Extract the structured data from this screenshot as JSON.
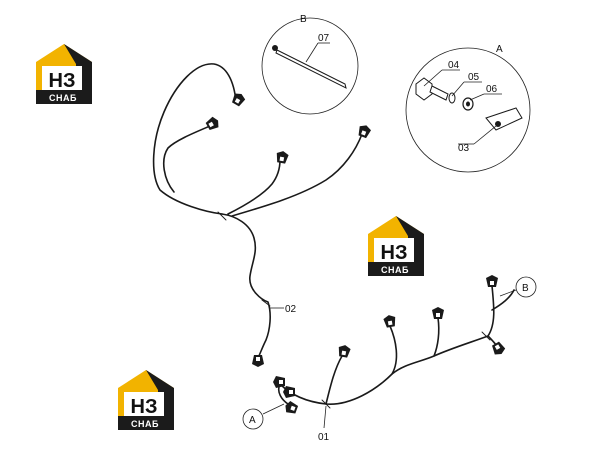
{
  "logo": {
    "mark": "НЗ",
    "sub": "СНАБ",
    "colors": {
      "gold": "#f2b300",
      "dark": "#1b1b1b",
      "light": "#ffffff"
    }
  },
  "detail_b": {
    "title": "B",
    "parts": [
      {
        "id": "07"
      }
    ]
  },
  "detail_a": {
    "title": "A",
    "parts": [
      {
        "id": "04"
      },
      {
        "id": "05"
      },
      {
        "id": "06"
      },
      {
        "id": "03"
      }
    ]
  },
  "harness": {
    "upper": {
      "id": "02"
    },
    "lower": {
      "id": "01"
    },
    "callouts": [
      {
        "letter": "A"
      },
      {
        "letter": "B"
      }
    ]
  }
}
